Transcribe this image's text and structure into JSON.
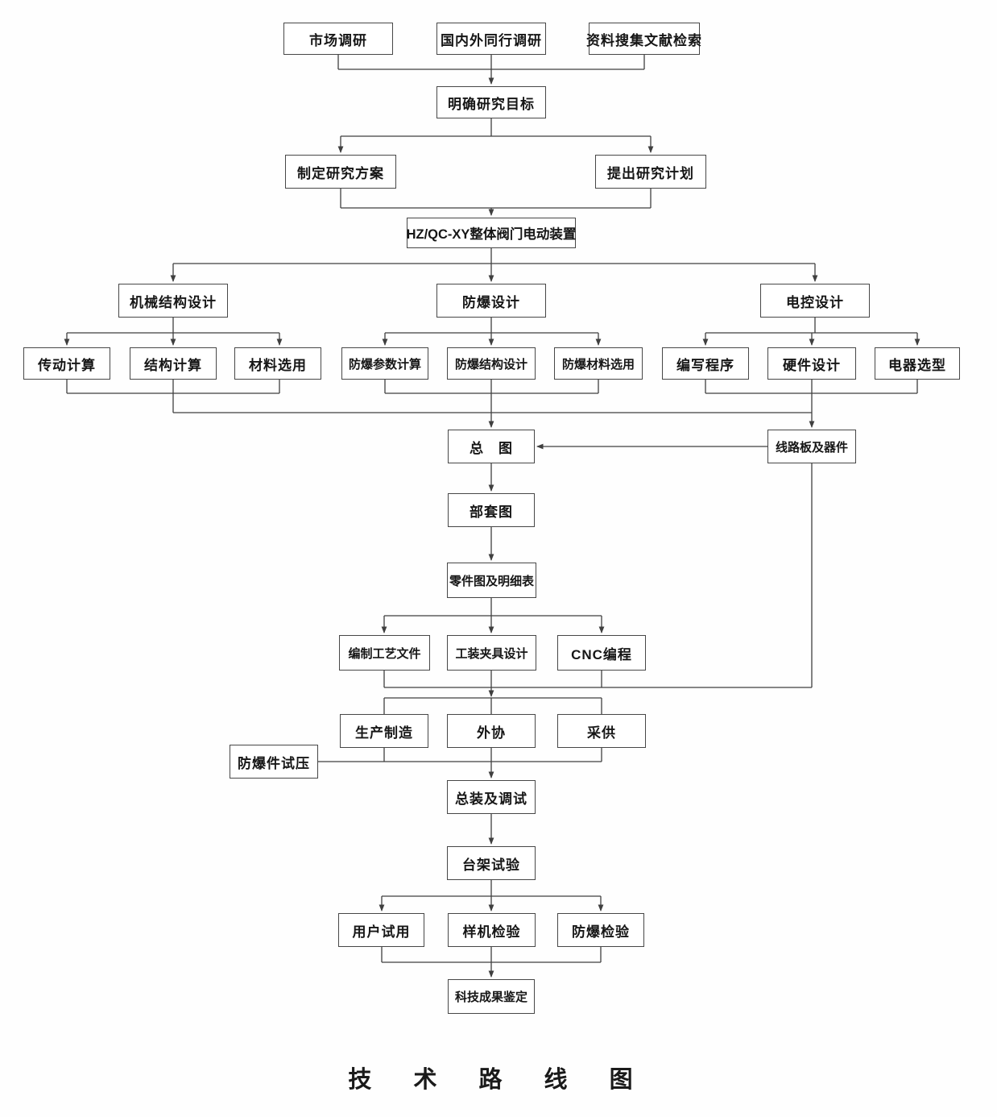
{
  "diagram": {
    "title": "技 术 路 线 图",
    "colors": {
      "line": "#3f3f3f",
      "box_border": "#474747",
      "text": "#161616",
      "background": "#ffffff"
    },
    "nodes": {
      "market": {
        "label": "市场调研"
      },
      "peer": {
        "label": "国内外同行调研"
      },
      "literature": {
        "label": "资料搜集文献检索"
      },
      "goal": {
        "label": "明确研究目标"
      },
      "plan_scheme": {
        "label": "制定研究方案"
      },
      "plan_proposal": {
        "label": "提出研究计划"
      },
      "product": {
        "label": "HZ/QC-XY整体阀门电动装置"
      },
      "mech_design": {
        "label": "机械结构设计"
      },
      "exproof_design": {
        "label": "防爆设计"
      },
      "electric_design": {
        "label": "电控设计"
      },
      "drive_calc": {
        "label": "传动计算"
      },
      "struct_calc": {
        "label": "结构计算"
      },
      "material_select": {
        "label": "材料选用"
      },
      "exproof_param": {
        "label": "防爆参数计算"
      },
      "exproof_struct": {
        "label": "防爆结构设计"
      },
      "exproof_material": {
        "label": "防爆材料选用"
      },
      "programming": {
        "label": "编写程序"
      },
      "hardware_design": {
        "label": "硬件设计"
      },
      "device_select": {
        "label": "电器选型"
      },
      "general_drawing": {
        "label": "总　图"
      },
      "circuit_board": {
        "label": "线路板及器件"
      },
      "assembly_drawing": {
        "label": "部套图"
      },
      "part_drawing": {
        "label": "零件图及明细表"
      },
      "process_doc": {
        "label": "编制工艺文件"
      },
      "fixture_design": {
        "label": "工装夹具设计"
      },
      "cnc_programming": {
        "label": "CNC编程"
      },
      "manufacture": {
        "label": "生产制造"
      },
      "outsourcing": {
        "label": "外协"
      },
      "procurement": {
        "label": "采供"
      },
      "exproof_pressure": {
        "label": "防爆件试压"
      },
      "assembly_debug": {
        "label": "总装及调试"
      },
      "bench_test": {
        "label": "台架试验"
      },
      "user_trial": {
        "label": "用户试用"
      },
      "prototype_inspect": {
        "label": "样机检验"
      },
      "exproof_inspect": {
        "label": "防爆检验"
      },
      "appraisal": {
        "label": "科技成果鉴定"
      }
    }
  }
}
